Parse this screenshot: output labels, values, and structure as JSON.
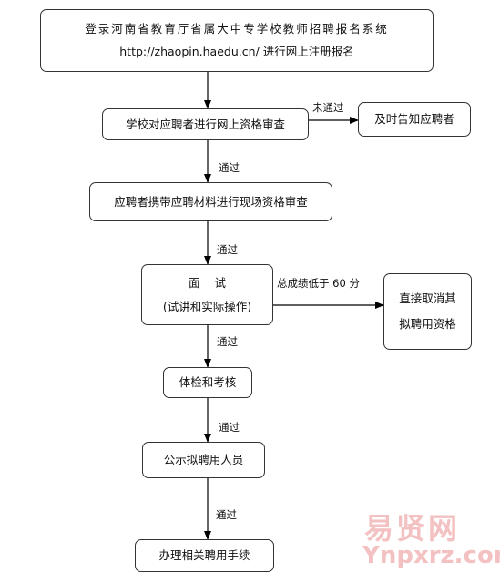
{
  "diagram": {
    "nodes": {
      "register": {
        "line1": "登录河南省教育厅省属大中专学校教师招聘报名系统",
        "line2": "http://zhaopin.haedu.cn/  进行网上注册报名"
      },
      "online_review": {
        "text": "学校对应聘者进行网上资格审查"
      },
      "notify": {
        "text": "及时告知应聘者"
      },
      "onsite_review": {
        "text": "应聘者携带应聘材料进行现场资格审查"
      },
      "interview": {
        "line1": "面    试",
        "line2": "(试讲和实际操作)"
      },
      "disqualify": {
        "line1": "直接取消其",
        "line2": "拟聘用资格"
      },
      "medical": {
        "text": "体检和考核"
      },
      "publicize": {
        "text": "公示拟聘用人员"
      },
      "procedures": {
        "text": "办理相关聘用手续"
      }
    },
    "edge_labels": {
      "not_passed": "未通过",
      "passed_1": "通过",
      "passed_2": "通过",
      "below_60": "总成绩低于 60 分",
      "passed_3": "通过",
      "passed_4": "通过",
      "passed_5": "通过"
    }
  },
  "watermark": {
    "line1": "易贤网",
    "line2": "Ynpxrz.com"
  }
}
